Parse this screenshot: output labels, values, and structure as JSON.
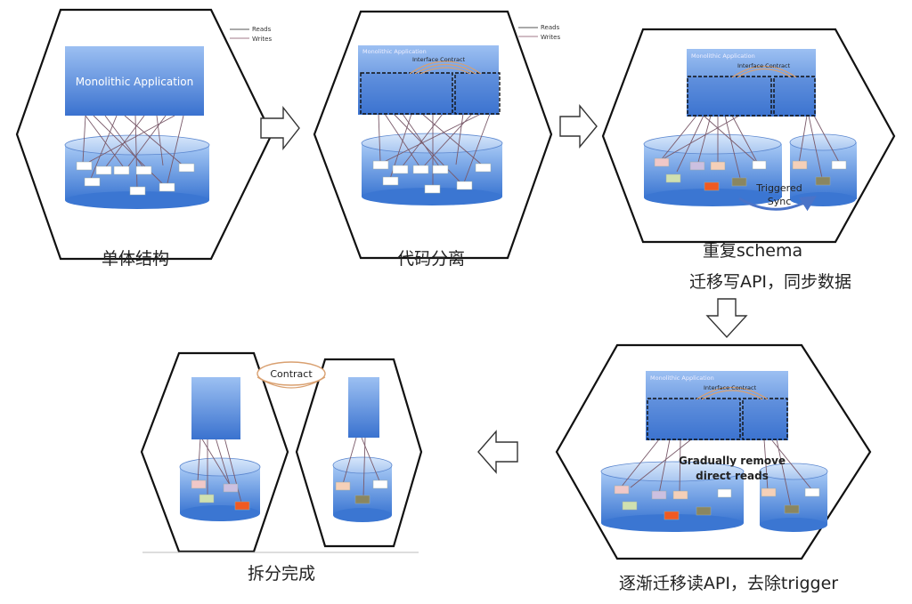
{
  "legend": {
    "reads": "Reads",
    "writes": "Writes"
  },
  "labels": {
    "monolithic_application": "Monolithic Application",
    "interface_contract": "Interface Contract",
    "triggered_sync_line1": "Triggered",
    "triggered_sync_line2": "Sync",
    "gradual_line1": "Gradually remove",
    "gradual_line2": "direct reads",
    "contract": "Contract"
  },
  "captions": {
    "stage1": "单体结构",
    "stage2": "代码分离",
    "stage3_line1": "重复schema",
    "stage3_line2": "迁移写API，同步数据",
    "stage4": "逐渐迁移读API，去除trigger",
    "stage5": "拆分完成"
  },
  "colors": {
    "outline": "#111111",
    "blue_light": "#a9c8f4",
    "blue_dark": "#2f66c4",
    "arrow_fill": "#ffffff",
    "sync_arrow": "#4a73c8",
    "contract_arc": "#d9a070",
    "line": "#7a5a6a",
    "note_pink": "#f0c8c8",
    "note_lavender": "#ccc0e0",
    "note_peach": "#f5d0b8",
    "note_green": "#cfe0b0",
    "note_olive": "#8a8660",
    "note_orange": "#f05a22",
    "note_white": "#ffffff"
  }
}
